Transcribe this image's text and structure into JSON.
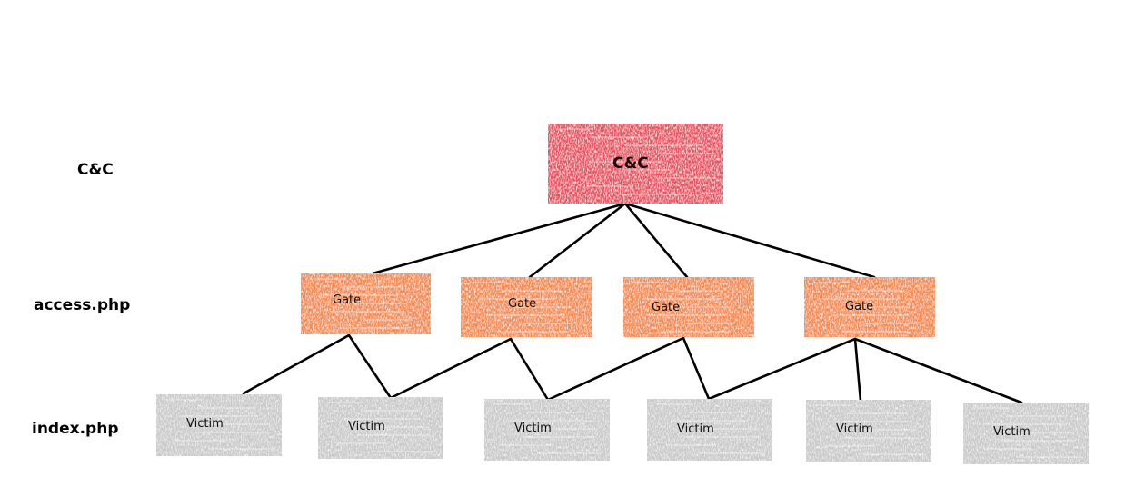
{
  "row_labels": {
    "cc": "C&C",
    "access": "access.php",
    "index": "index.php"
  },
  "nodes": {
    "root": {
      "label": "C&C"
    },
    "gates": [
      {
        "label": "Gate"
      },
      {
        "label": "Gate"
      },
      {
        "label": "Gate"
      },
      {
        "label": "Gate"
      }
    ],
    "victims": [
      {
        "label": "Victim"
      },
      {
        "label": "Victim"
      },
      {
        "label": "Victim"
      },
      {
        "label": "Victim"
      },
      {
        "label": "Victim"
      },
      {
        "label": "Victim"
      }
    ]
  },
  "edges": [
    [
      "root",
      "gate-0"
    ],
    [
      "root",
      "gate-1"
    ],
    [
      "root",
      "gate-2"
    ],
    [
      "root",
      "gate-3"
    ],
    [
      "gate-0",
      "victim-0"
    ],
    [
      "gate-0",
      "victim-1"
    ],
    [
      "gate-1",
      "victim-1"
    ],
    [
      "gate-1",
      "victim-2"
    ],
    [
      "gate-2",
      "victim-2"
    ],
    [
      "gate-2",
      "victim-3"
    ],
    [
      "gate-3",
      "victim-3"
    ],
    [
      "gate-3",
      "victim-4"
    ],
    [
      "gate-3",
      "victim-5"
    ]
  ],
  "colors": {
    "root": "#e8505f",
    "gate": "#f5894a",
    "victim": "#c9c9c9",
    "line": "#000000"
  }
}
